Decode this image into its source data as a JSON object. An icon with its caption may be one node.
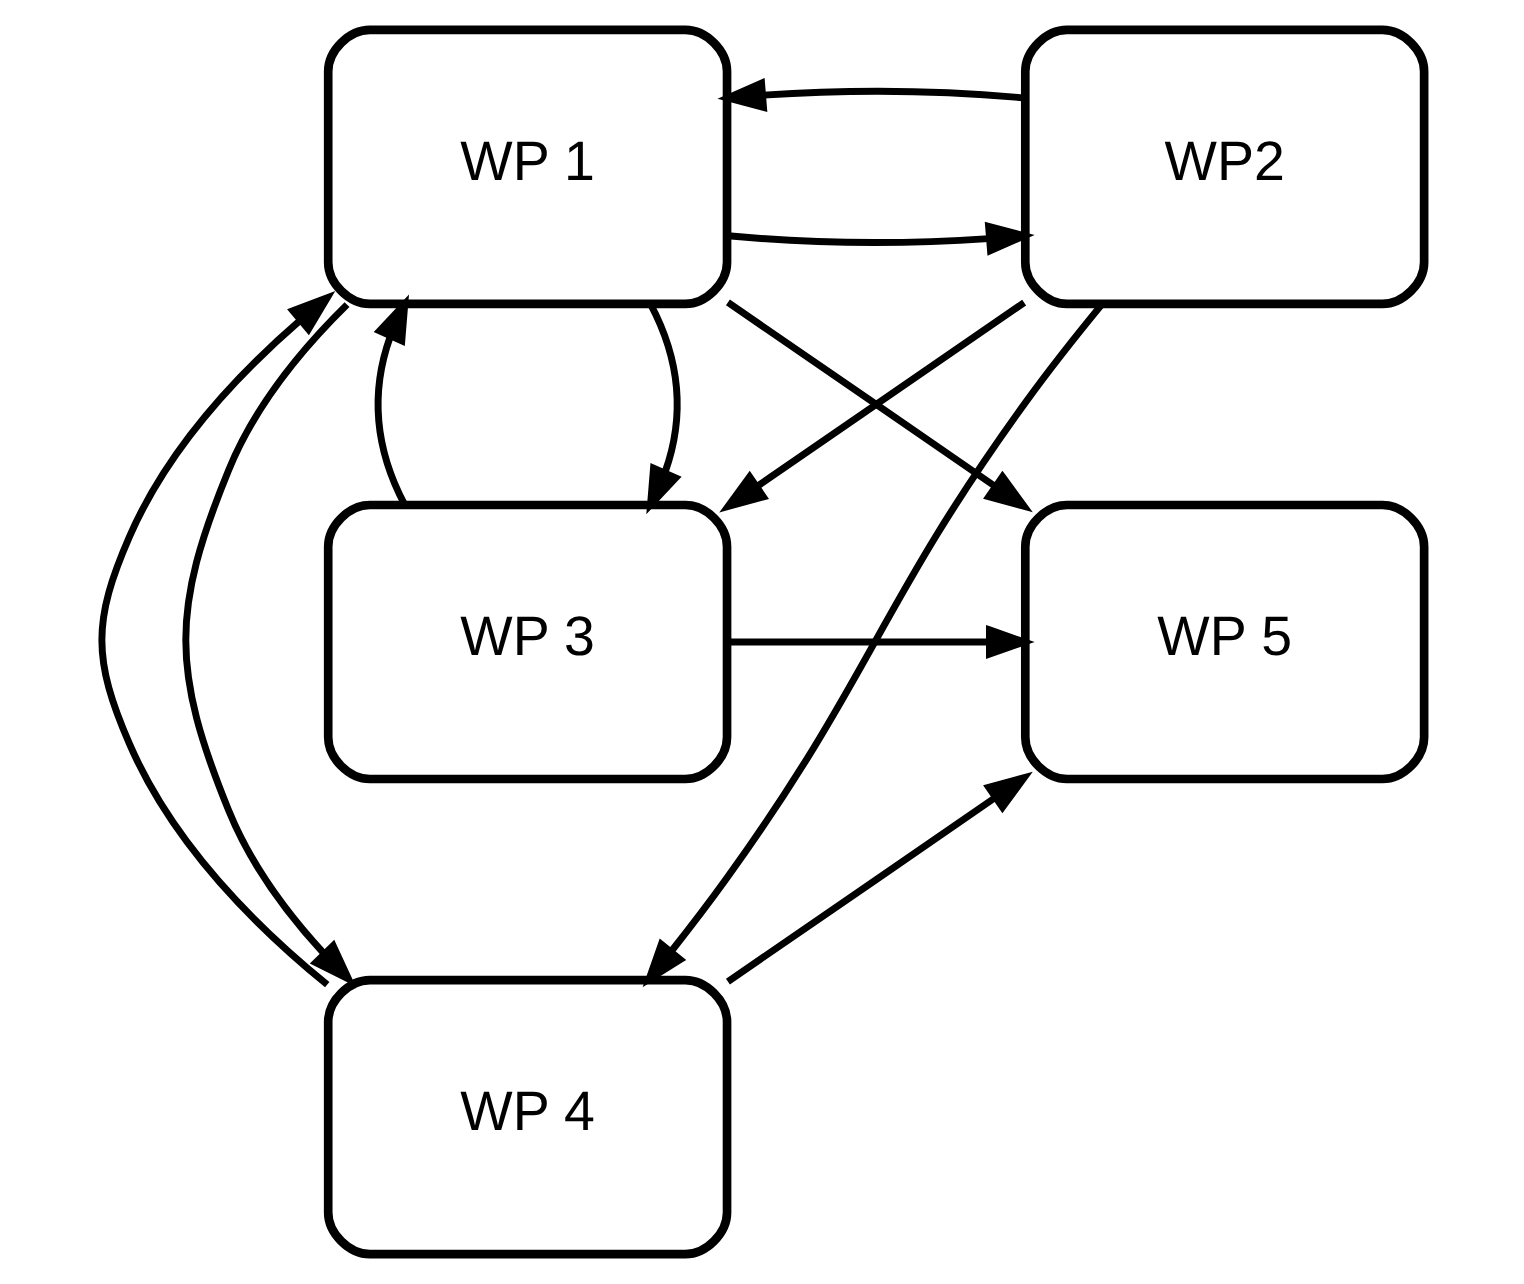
{
  "diagram": {
    "nodes": [
      {
        "text": [
          "WP 3"
        ]
      },
      {
        "text": [
          "WP2"
        ]
      },
      {
        "text": [
          "WP 1"
        ]
      },
      {
        "text": [
          "WP 5"
        ]
      },
      {
        "text": [
          "WP 4"
        ]
      }
    ],
    "edges": [
      {
        "from": 1,
        "to": 0,
        "arrow": "to"
      },
      {
        "from": 0,
        "to": 3,
        "arrow": "to"
      },
      {
        "from": 1,
        "to": 2,
        "arrow": "to"
      },
      {
        "from": 2,
        "to": 1,
        "arrow": "to"
      },
      {
        "from": 2,
        "to": 0,
        "arrow": "to"
      },
      {
        "from": 0,
        "to": 2,
        "arrow": "to"
      },
      {
        "from": 2,
        "to": 3,
        "arrow": "to"
      },
      {
        "from": 1,
        "to": 4,
        "arrow": "to"
      },
      {
        "from": 2,
        "to": 4,
        "arrow": "to"
      },
      {
        "from": 4,
        "to": 2,
        "arrow": "to"
      },
      {
        "from": 4,
        "to": 3,
        "arrow": "to"
      }
    ]
  }
}
